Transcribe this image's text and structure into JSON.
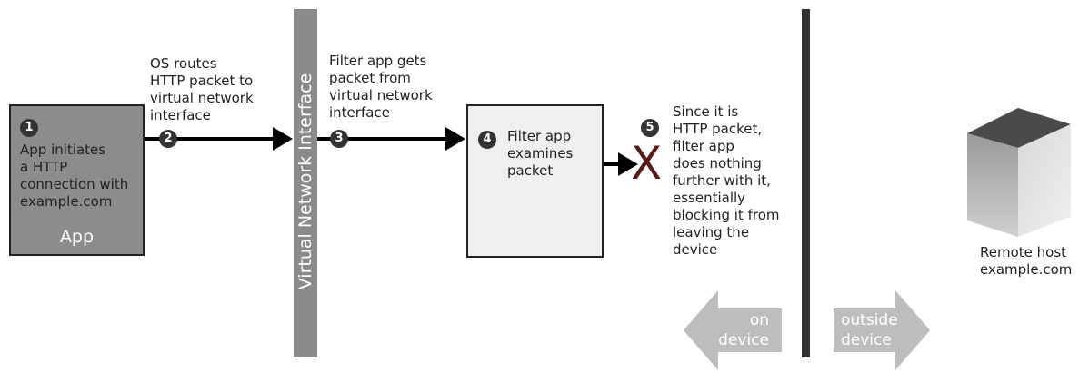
{
  "steps": {
    "s1": {
      "badge": "1",
      "text": "App initiates\na HTTP\nconnection with\nexample.com"
    },
    "s2": {
      "badge": "2",
      "text": "OS routes\nHTTP packet to\nvirtual network\ninterface"
    },
    "s3": {
      "badge": "3",
      "text": "Filter app gets\npacket from\nvirtual network\ninterface"
    },
    "s4": {
      "badge": "4",
      "text": "Filter app\nexamines\npacket"
    },
    "s5": {
      "badge": "5",
      "text": "Since it is\nHTTP packet,\nfilter app\ndoes nothing\nfurther with it,\nessentially\nblocking it from\nleaving the\ndevice"
    }
  },
  "app_label": "App",
  "vni_label": "Virtual Network Interface",
  "block_mark": "X",
  "remote_host": "Remote host\nexample.com",
  "on_device": "on\ndevice",
  "outside_device": "outside\ndevice",
  "colors": {
    "app_box": "#8c8c8c",
    "filter_box": "#efefef",
    "vni_bar": "#8a8a8a",
    "block_mark": "#5a1a1a",
    "boundary": "#333333",
    "direction_arrow": "#bdbdbd"
  }
}
